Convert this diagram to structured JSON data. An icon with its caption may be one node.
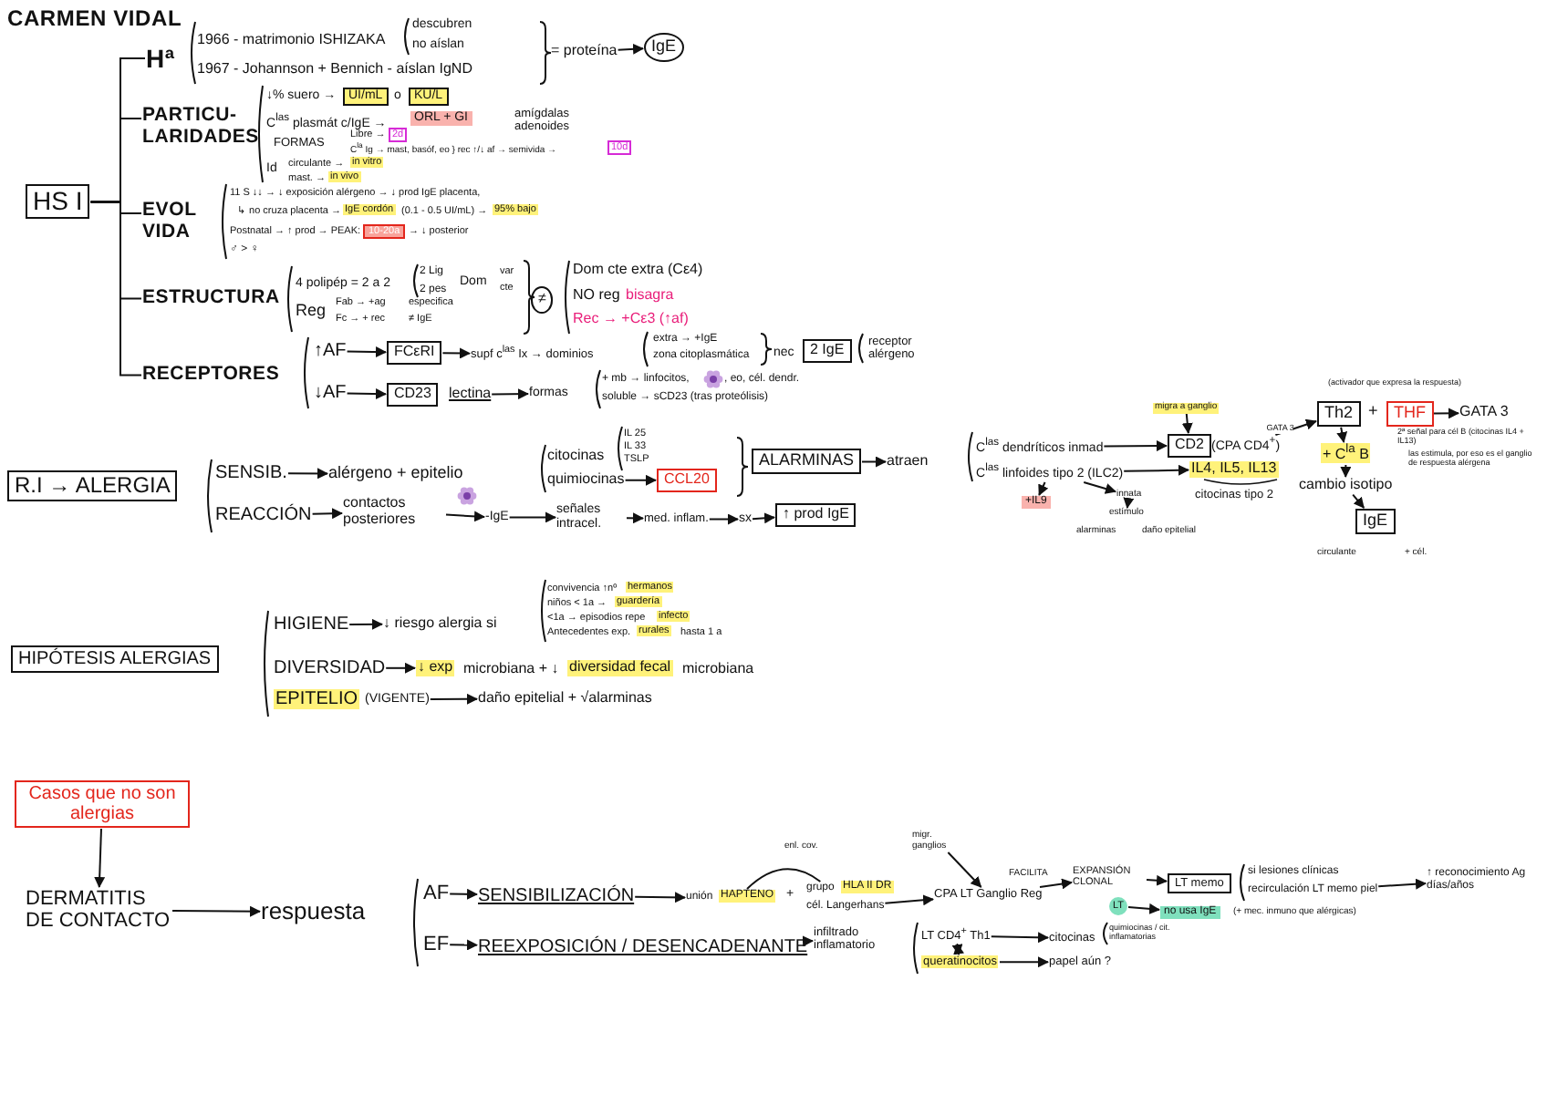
{
  "diagram": {
    "title": "CARMEN VIDAL",
    "nodes": [
      {
        "text": [
          "HS I"
        ]
      },
      {
        "text": [
          "Hª"
        ]
      },
      {
        "text": [
          "1966 - matrimonio ISHIZAKA"
        ]
      },
      {
        "text": [
          "descubren"
        ]
      },
      {
        "text": [
          "no aíslan"
        ]
      },
      {
        "text": [
          "1967 - Johannson + Bennich - aíslan IgND"
        ]
      },
      {
        "text": [
          "= proteína"
        ]
      },
      {
        "text": [
          "IgE"
        ]
      },
      {
        "text": [
          "PARTICU- LARIDADES"
        ]
      },
      {
        "text": [
          "↓% suero →"
        ]
      },
      {
        "text": [
          "UI/mL"
        ]
      },
      {
        "text": [
          "o"
        ]
      },
      {
        "text": [
          "KU/L"
        ]
      },
      {
        "text": [
          "C$^{las}$ plasmát c/IgE →"
        ]
      },
      {
        "text": [
          "ORL + GI"
        ]
      },
      {
        "text": [
          "amígdalas adenoides"
        ]
      },
      {
        "text": [
          "FORMAS"
        ]
      },
      {
        "text": [
          "Libre →"
        ]
      },
      {
        "text": [
          "2d"
        ]
      },
      {
        "text": [
          "C$^{la}$ Ig → mast, basóf, eo } rec ↑/↓ af → semivida →"
        ]
      },
      {
        "text": [
          "10d"
        ]
      },
      {
        "text": [
          "Id"
        ]
      },
      {
        "text": [
          "circulante →"
        ]
      },
      {
        "text": [
          "in vitro"
        ]
      },
      {
        "text": [
          "mast. →"
        ]
      },
      {
        "text": [
          "in vivo"
        ]
      },
      {
        "text": [
          "EVOL VIDA"
        ]
      },
      {
        "text": [
          "11 S ↓↓ → ↓ exposición alérgeno → ↓ prod IgE placenta,"
        ]
      },
      {
        "text": [
          "↳ no cruza placenta →"
        ]
      },
      {
        "text": [
          "IgE cordón"
        ]
      },
      {
        "text": [
          "(0.1 - 0.5 UI/mL) →"
        ]
      },
      {
        "text": [
          "95% bajo"
        ]
      },
      {
        "text": [
          "Postnatal → ↑ prod → PEAK:"
        ]
      },
      {
        "text": [
          "10-20a"
        ]
      },
      {
        "text": [
          "→ ↓ posterior"
        ]
      },
      {
        "text": [
          "♂ > ♀"
        ]
      },
      {
        "text": [
          "ESTRUCTURA"
        ]
      },
      {
        "text": [
          "4 polipép = 2 a 2"
        ]
      },
      {
        "text": [
          "2 Lig"
        ]
      },
      {
        "text": [
          "2 pes"
        ]
      },
      {
        "text": [
          "Dom"
        ]
      },
      {
        "text": [
          "var"
        ]
      },
      {
        "text": [
          "cte"
        ]
      },
      {
        "text": [
          "Reg"
        ]
      },
      {
        "text": [
          "Fab → +ag"
        ]
      },
      {
        "text": [
          "Fc → + rec"
        ]
      },
      {
        "text": [
          "especifica"
        ]
      },
      {
        "text": [
          "≠ IgE"
        ]
      },
      {
        "text": [
          "≠"
        ]
      },
      {
        "text": [
          "Dom cte extra (Cε4)"
        ]
      },
      {
        "text": [
          "NO reg"
        ]
      },
      {
        "text": [
          "bisagra"
        ]
      },
      {
        "text": [
          "Rec → +Cε3 (↑af)"
        ]
      },
      {
        "text": [
          "RECEPTORES"
        ]
      },
      {
        "text": [
          "↑AF"
        ]
      },
      {
        "text": [
          "FCεRI"
        ]
      },
      {
        "text": [
          "supf c$^{las}$ Ix → dominios"
        ]
      },
      {
        "text": [
          "extra → +IgE"
        ]
      },
      {
        "text": [
          "zona citoplasmática"
        ]
      },
      {
        "text": [
          "nec"
        ]
      },
      {
        "text": [
          "2 IgE"
        ]
      },
      {
        "text": [
          "receptor alérgeno"
        ]
      },
      {
        "text": [
          "↓AF"
        ]
      },
      {
        "text": [
          "CD23"
        ]
      },
      {
        "text": [
          "lectina"
        ]
      },
      {
        "text": [
          "formas"
        ]
      },
      {
        "text": [
          "+ mb → linfocitos,"
        ]
      },
      {
        "text": [
          ", eo, cél. dendr."
        ]
      },
      {
        "text": [
          "soluble → sCD23 (tras proteólisis)"
        ]
      },
      {
        "text": [
          "R.I → ALERGIA"
        ]
      },
      {
        "text": [
          "SENSIB."
        ]
      },
      {
        "text": [
          "alérgeno + epitelio"
        ]
      },
      {
        "text": [
          "citocinas"
        ]
      },
      {
        "text": [
          "IL 25"
        ]
      },
      {
        "text": [
          "IL 33"
        ]
      },
      {
        "text": [
          "TSLP"
        ]
      },
      {
        "text": [
          "quimiocinas"
        ]
      },
      {
        "text": [
          "CCL20"
        ]
      },
      {
        "text": [
          "ALARMINAS"
        ]
      },
      {
        "text": [
          "atraen"
        ]
      },
      {
        "text": [
          "C$^{las}$ dendríticos inmad"
        ]
      },
      {
        "text": [
          "migra a ganglio"
        ]
      },
      {
        "text": [
          "CD2"
        ]
      },
      {
        "text": [
          "(CPA CD4$^{+}$)"
        ]
      },
      {
        "text": [
          "C$^{las}$ linfoides tipo 2 (ILC2)"
        ]
      },
      {
        "text": [
          "+IL9"
        ]
      },
      {
        "text": [
          "innata"
        ]
      },
      {
        "text": [
          "estímulo"
        ]
      },
      {
        "text": [
          "alarminas"
        ]
      },
      {
        "text": [
          "daño epitelial"
        ]
      },
      {
        "text": [
          "IL4, IL5, IL13"
        ]
      },
      {
        "text": [
          "citocinas tipo 2"
        ]
      },
      {
        "text": [
          "Th2"
        ]
      },
      {
        "text": [
          "THF"
        ]
      },
      {
        "text": [
          "GATA 3"
        ]
      },
      {
        "text": [
          "+ C$^{la}$ B"
        ]
      },
      {
        "text": [
          "cambio isotipo"
        ]
      },
      {
        "text": [
          "IgE"
        ]
      },
      {
        "text": [
          "circulante"
        ]
      },
      {
        "text": [
          "+ cél."
        ]
      },
      {
        "text": [
          "REACCIÓN"
        ]
      },
      {
        "text": [
          "contactos posteriores"
        ]
      },
      {
        "text": [
          "-IgE"
        ]
      },
      {
        "text": [
          "señales intracel."
        ]
      },
      {
        "text": [
          "med. inflam."
        ]
      },
      {
        "text": [
          "sx"
        ]
      },
      {
        "text": [
          "↑ prod IgE"
        ]
      },
      {
        "text": [
          "HIPÓTESIS ALERGIAS"
        ]
      },
      {
        "text": [
          "HIGIENE"
        ]
      },
      {
        "text": [
          "↓ riesgo alergia si"
        ]
      },
      {
        "text": [
          "convivencia ↑nº"
        ]
      },
      {
        "text": [
          "hermanos"
        ]
      },
      {
        "text": [
          "niños < 1a →"
        ]
      },
      {
        "text": [
          "guardería"
        ]
      },
      {
        "text": [
          "<1a → episodios repe"
        ]
      },
      {
        "text": [
          "infecto"
        ]
      },
      {
        "text": [
          "Antecedentes exp."
        ]
      },
      {
        "text": [
          "rurales"
        ]
      },
      {
        "text": [
          "hasta 1 a"
        ]
      },
      {
        "text": [
          "DIVERSIDAD"
        ]
      },
      {
        "text": [
          "↓ exp"
        ]
      },
      {
        "text": [
          "microbiana + ↓"
        ]
      },
      {
        "text": [
          "diversidad fecal"
        ]
      },
      {
        "text": [
          "microbiana"
        ]
      },
      {
        "text": [
          "EPITELIO"
        ],
        "beside": [
          "(VIGENTE)"
        ]
      },
      {
        "text": [
          "daño epitelial + √alarminas"
        ]
      },
      {
        "text": [
          "Casos que no son alergias"
        ]
      },
      {
        "text": [
          "DERMATITIS DE CONTACTO"
        ]
      },
      {
        "text": [
          "respuesta"
        ]
      },
      {
        "text": [
          "AF"
        ]
      },
      {
        "text": [
          "SENSIBILIZACIÓN"
        ]
      },
      {
        "text": [
          "unión"
        ]
      },
      {
        "text": [
          "HAPTENO"
        ]
      },
      {
        "text": [
          "enl. cov."
        ]
      },
      {
        "text": [
          "grupo"
        ]
      },
      {
        "text": [
          "HLA II DR"
        ]
      },
      {
        "text": [
          "cél. Langerhans"
        ]
      },
      {
        "text": [
          "migr. ganglios"
        ]
      },
      {
        "text": [
          "FACILITA"
        ]
      },
      {
        "text": [
          "CPA LT Ganglio Reg"
        ]
      },
      {
        "text": [
          "EXPANSIÓN CLONAL"
        ]
      },
      {
        "text": [
          "LT"
        ]
      },
      {
        "text": [
          "LT memo"
        ]
      },
      {
        "text": [
          "si lesiones clínicas"
        ]
      },
      {
        "text": [
          "recirculación LT memo piel"
        ]
      },
      {
        "text": [
          "↑ reconocimiento Ag días/años"
        ]
      },
      {
        "text": [
          "no usa IgE"
        ]
      },
      {
        "text": [
          "(+ mec. inmuno que alérgicas)"
        ]
      },
      {
        "text": [
          "EF"
        ]
      },
      {
        "text": [
          "REEXPOSICIÓN / DESENCADENANTE"
        ]
      },
      {
        "text": [
          "infiltrado inflamatorio"
        ]
      },
      {
        "text": [
          "LT CD4$^{+}$ Th1"
        ]
      },
      {
        "text": [
          "queratinocitos"
        ]
      },
      {
        "text": [
          "citocinas"
        ]
      },
      {
        "text": [
          "quimiocinas / cit. inflamatorias"
        ]
      },
      {
        "text": [
          "papel aún ?"
        ]
      }
    ],
    "edges": [
      {
        "from": 0,
        "to": 1,
        "arrow": "none"
      },
      {
        "from": 0,
        "to": 8,
        "arrow": "none"
      },
      {
        "from": 0,
        "to": 26,
        "arrow": "none"
      },
      {
        "from": 0,
        "to": 36,
        "arrow": "none"
      },
      {
        "from": 0,
        "to": 53,
        "arrow": "none"
      },
      {
        "from": 6,
        "to": 7,
        "arrow": "to"
      },
      {
        "from": 54,
        "to": 55,
        "arrow": "to"
      },
      {
        "from": 55,
        "to": 56,
        "arrow": "to"
      },
      {
        "from": 62,
        "to": 63,
        "arrow": "to"
      },
      {
        "from": 64,
        "to": 65,
        "arrow": "to"
      },
      {
        "from": 70,
        "to": 71,
        "arrow": "to"
      },
      {
        "from": 76,
        "to": 77,
        "arrow": "to"
      },
      {
        "from": 78,
        "to": 79,
        "arrow": "to"
      },
      {
        "from": 80,
        "to": 82,
        "arrow": "to"
      },
      {
        "from": 81,
        "to": 82,
        "arrow": "to"
      },
      {
        "from": 84,
        "to": 90,
        "arrow": "to"
      },
      {
        "from": 84,
        "to": 85,
        "arrow": "to"
      },
      {
        "from": 84,
        "to": 86,
        "arrow": "to"
      },
      {
        "from": 86,
        "to": 87,
        "arrow": "to"
      },
      {
        "from": 83,
        "to": 92,
        "arrow": "to",
        "label": "GATA 3"
      },
      {
        "from": 93,
        "to": 94,
        "arrow": "to"
      },
      {
        "from": 92,
        "to": 95,
        "arrow": "to"
      },
      {
        "from": 95,
        "to": 96,
        "arrow": "to"
      },
      {
        "from": 96,
        "to": 97,
        "arrow": "to"
      },
      {
        "from": 100,
        "to": 101,
        "arrow": "to"
      },
      {
        "from": 101,
        "to": 102,
        "arrow": "to"
      },
      {
        "from": 102,
        "to": 103,
        "arrow": "to"
      },
      {
        "from": 103,
        "to": 104,
        "arrow": "to"
      },
      {
        "from": 104,
        "to": 105,
        "arrow": "to"
      },
      {
        "from": 105,
        "to": 106,
        "arrow": "to"
      },
      {
        "from": 108,
        "to": 109,
        "arrow": "to"
      },
      {
        "from": 119,
        "to": 120,
        "arrow": "to"
      },
      {
        "from": 124,
        "to": 125,
        "arrow": "to"
      },
      {
        "from": 126,
        "to": 127,
        "arrow": "to"
      },
      {
        "from": 127,
        "to": 128,
        "arrow": "to"
      },
      {
        "from": 129,
        "to": 130,
        "arrow": "to"
      },
      {
        "from": 130,
        "to": 131,
        "arrow": "to"
      },
      {
        "from": 136,
        "to": 139,
        "arrow": "to"
      },
      {
        "from": 137,
        "to": 139,
        "arrow": "to"
      },
      {
        "from": 139,
        "to": 140,
        "arrow": "to"
      },
      {
        "from": 140,
        "to": 142,
        "arrow": "to"
      },
      {
        "from": 141,
        "to": 146,
        "arrow": "to"
      },
      {
        "from": 144,
        "to": 145,
        "arrow": "to"
      },
      {
        "from": 148,
        "to": 149,
        "arrow": "to"
      },
      {
        "from": 149,
        "to": 150,
        "arrow": "to"
      },
      {
        "from": 151,
        "to": 152,
        "arrow": "both"
      },
      {
        "from": 151,
        "to": 153,
        "arrow": "to"
      },
      {
        "from": 152,
        "to": 155,
        "arrow": "to"
      },
      {
        "from": 132,
        "to": 134,
        "arrow": "none"
      }
    ],
    "labels": [
      "(activador que expresa la respuesta)",
      "+",
      "2ª señal para cél B (citocinas IL4 + IL13)",
      "las estimula, por eso es el ganglio de respuesta alérgena",
      "+"
    ]
  }
}
